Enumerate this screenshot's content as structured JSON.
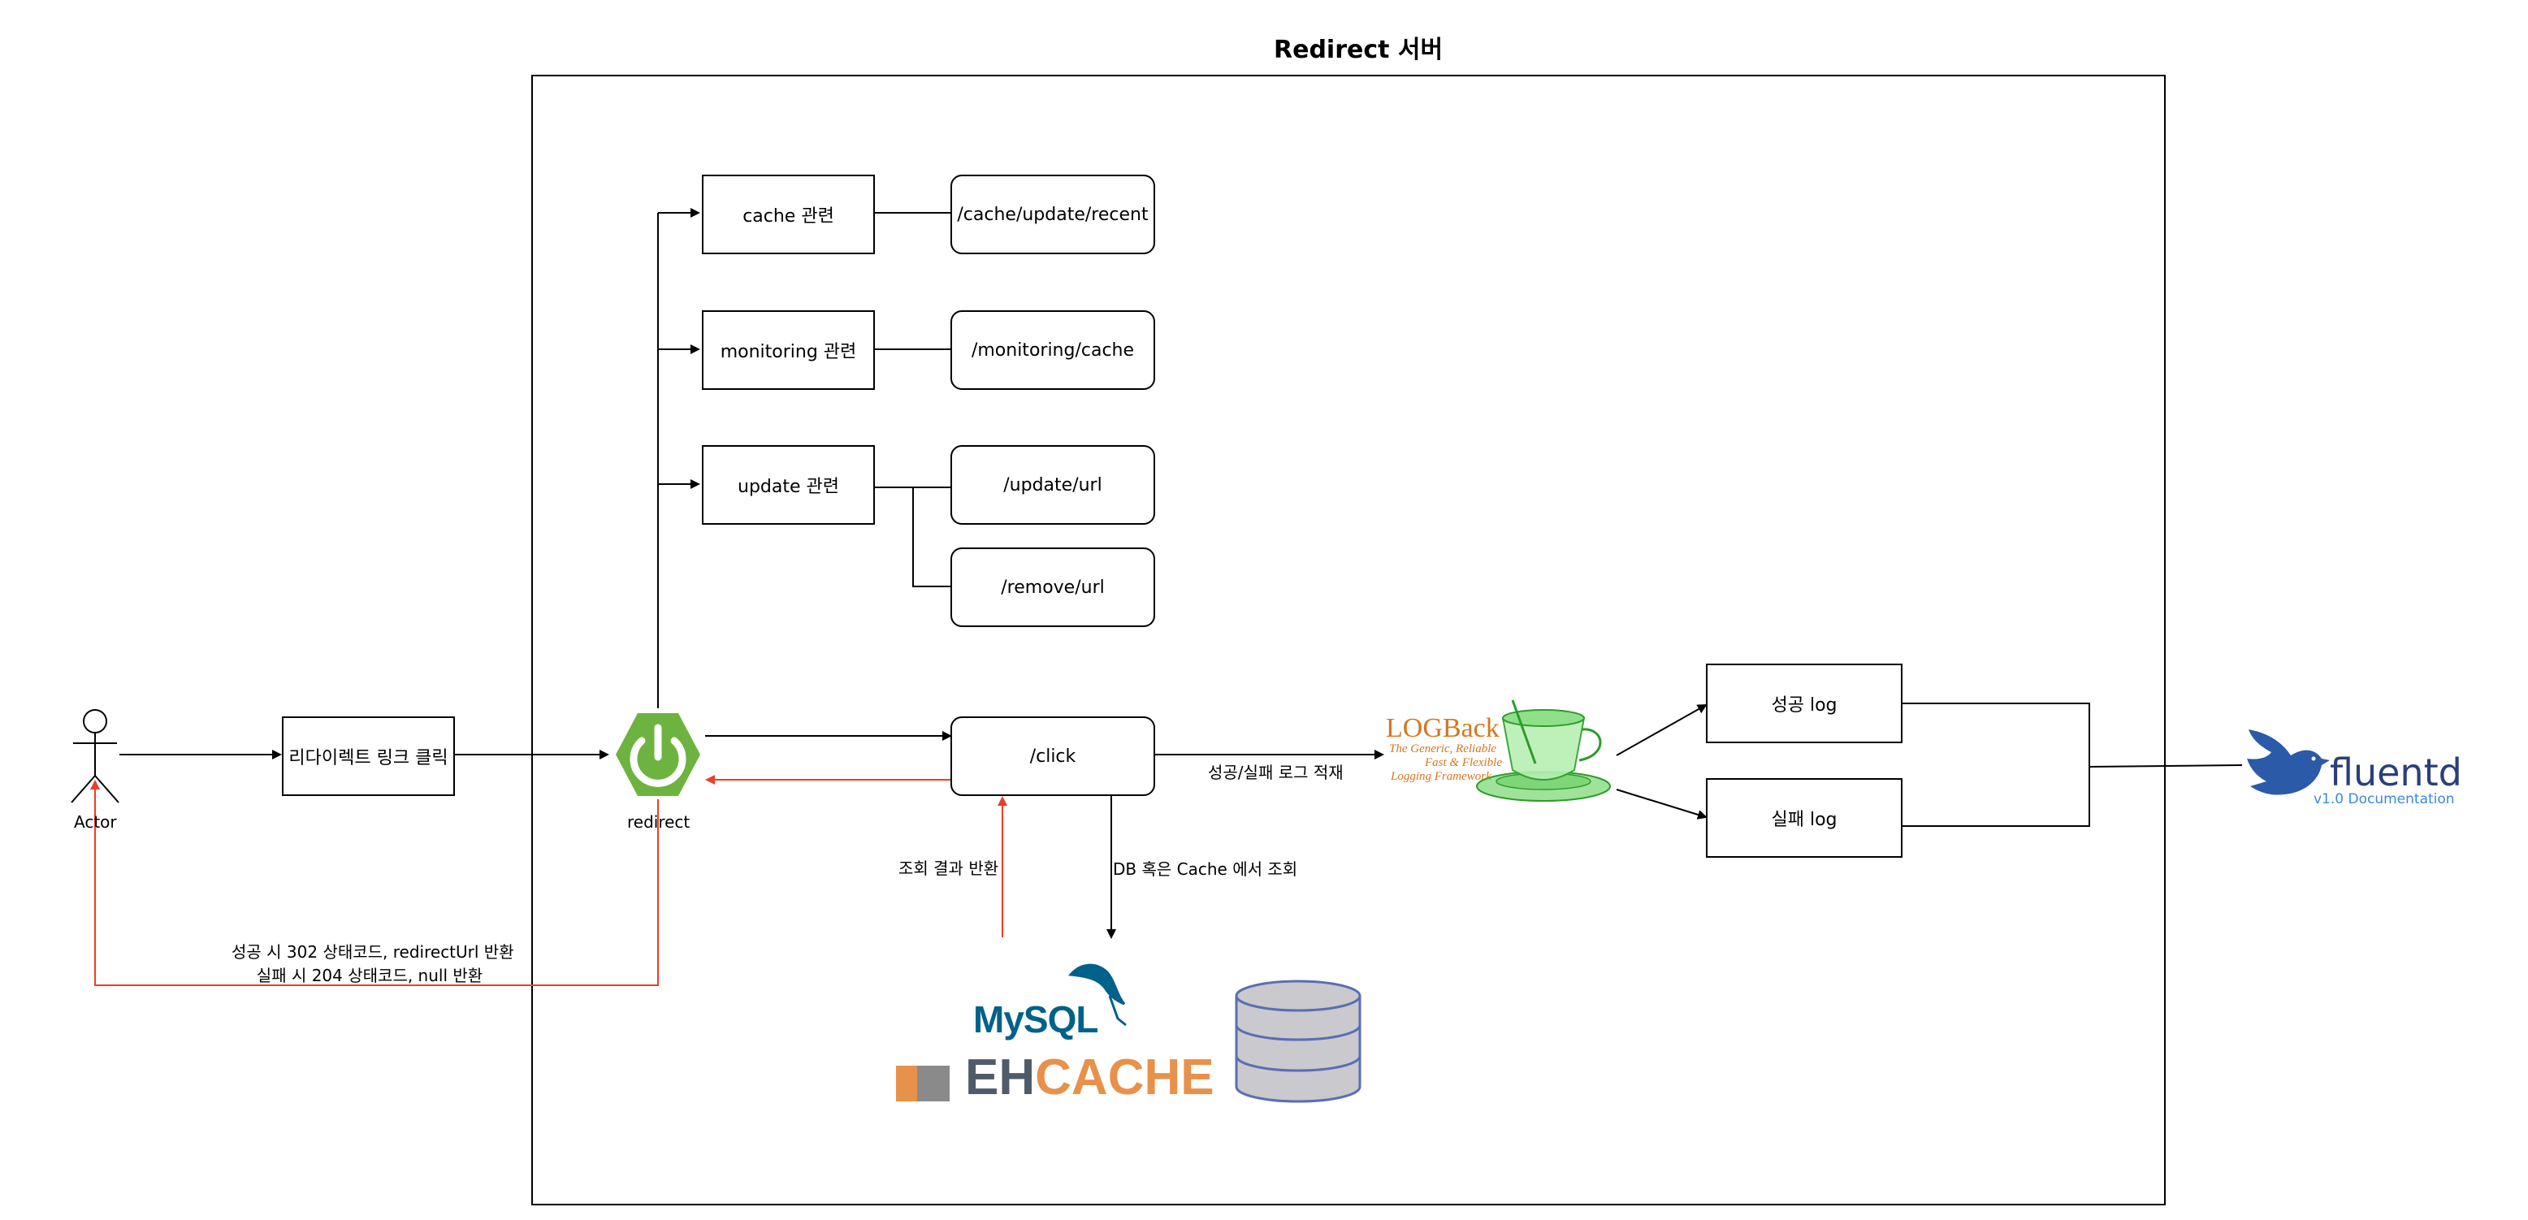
{
  "title": "Redirect 서버",
  "actor_label": "Actor",
  "click_link_box": "리다이렉트 링크 클릭",
  "redirect_label": "redirect",
  "boxes": {
    "cache": "cache 관련",
    "monitoring": "monitoring 관련",
    "update": "update 관련",
    "cache_recent": "/cache/update/recent",
    "monitoring_cache": "/monitoring/cache",
    "update_url": "/update/url",
    "remove_url": "/remove/url",
    "click": "/click",
    "success_log": "성공 log",
    "fail_log": "실패 log"
  },
  "edge_labels": {
    "log_write": "성공/실패 로그 적재",
    "query_result": "조회 결과 반환",
    "db_query": "DB 혹은 Cache 에서 조회",
    "response_line1": "성공 시 302 상태코드, redirectUrl 반환",
    "response_line2": "실패 시 204 상태코드, null 반환"
  },
  "logos": {
    "logback_title": "LOGBack",
    "logback_line1": "The Generic, Reliable",
    "logback_line2": "Fast & Flexible",
    "logback_line3": "Logging Framework",
    "mysql": "MySQL",
    "ehcache_eh": "EH",
    "ehcache_cache": "CACHE",
    "fluentd": "fluentd",
    "fluentd_sub": "v1.0 Documentation"
  },
  "icons": [
    "spring-power-icon",
    "actor-stickman-icon",
    "database-icon",
    "mysql-dolphin-icon",
    "logback-cup-icon",
    "fluentd-bird-icon"
  ],
  "colors": {
    "red_path": "#e8402a",
    "spring": "#6db33f",
    "mysql_blue": "#00618a",
    "mysql_orange": "#e48e00",
    "ehcache_orange": "#e8914a",
    "ehcache_gray": "#4f5b6b",
    "logback_orange": "#d4771e",
    "fluentd_blue": "#2a5aa8"
  }
}
